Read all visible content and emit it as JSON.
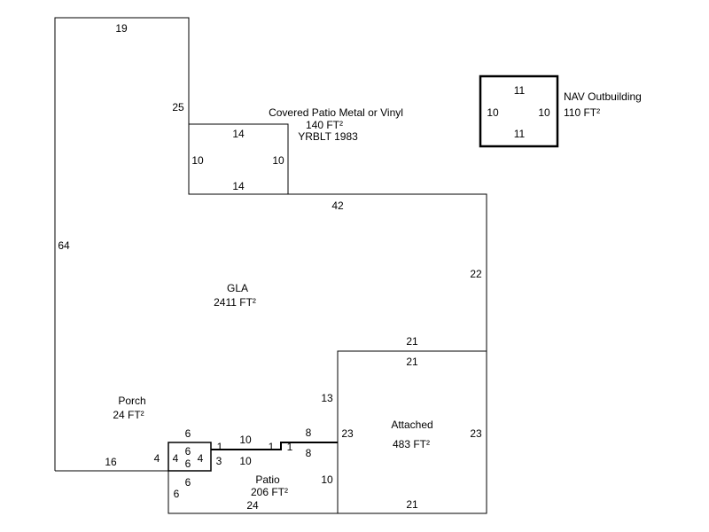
{
  "gla": {
    "name": "GLA",
    "area": "2411 FT²",
    "dims": [
      "19",
      "25",
      "42",
      "22",
      "64",
      "16",
      "13"
    ]
  },
  "covered_patio": {
    "name": "Covered Patio Metal or Vinyl",
    "area": "140 FT²",
    "year": "YRBLT 1983",
    "dims": [
      "14",
      "10",
      "10",
      "14"
    ]
  },
  "nav": {
    "name": "NAV Outbuilding",
    "area": "110 FT²",
    "dims": [
      "11",
      "10",
      "10",
      "11"
    ]
  },
  "attached": {
    "name": "Attached",
    "area": "483 FT²",
    "dims": [
      "21",
      "21",
      "23",
      "23",
      "21"
    ]
  },
  "porch": {
    "name": "Porch",
    "area": "24 FT²",
    "dims": [
      "6",
      "4",
      "4",
      "6",
      "6",
      "4"
    ]
  },
  "patio": {
    "name": "Patio",
    "area": "206 FT²",
    "dims": [
      "6",
      "6",
      "24",
      "10",
      "3",
      "10"
    ]
  },
  "garage_edge": {
    "dims": [
      "1",
      "10",
      "1",
      "1",
      "8",
      "8"
    ]
  }
}
